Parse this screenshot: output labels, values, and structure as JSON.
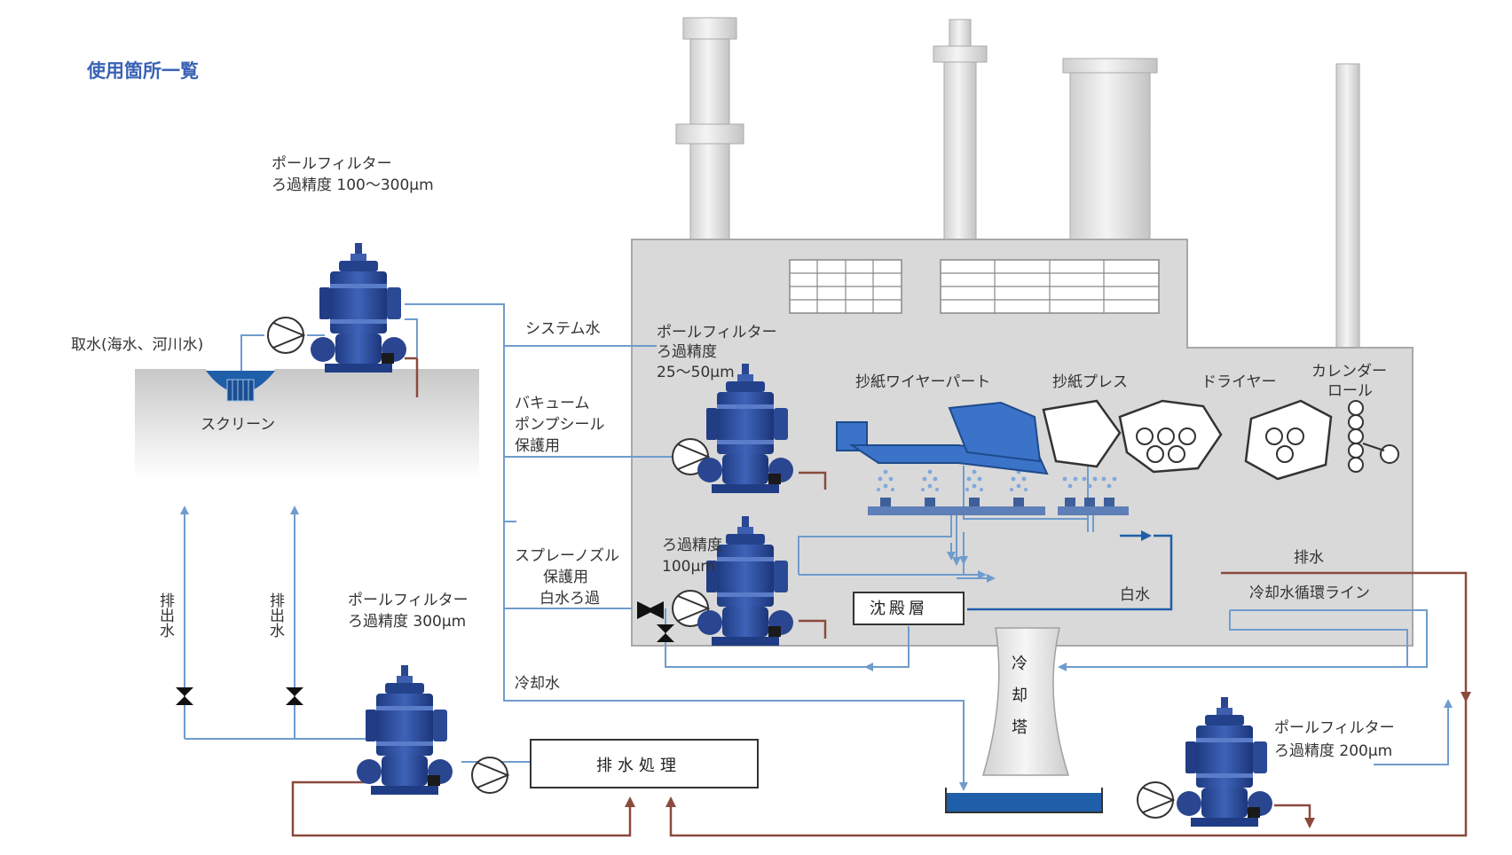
{
  "title": "使用箇所一覧",
  "labels": {
    "intake": "取水(海水、河川水)",
    "screen": "スクリーン",
    "filter1_l1": "ポールフィルター",
    "filter1_l2": "ろ過精度 100〜300μm",
    "system_water": "システム水",
    "filter2_l1": "ポールフィルター",
    "filter2_l2": "ろ過精度",
    "filter2_l3": "25〜50μm",
    "vacuum_l1": "バキューム",
    "vacuum_l2": "ポンプシール",
    "vacuum_l3": "保護用",
    "spray_l1": "スプレーノズル",
    "spray_l2": "保護用",
    "spray_l3": "白水ろ過",
    "filter3_l1": "ろ過精度",
    "filter3_l2": "100μm",
    "wire_part": "抄紙ワイヤーパート",
    "press": "抄紙プレス",
    "dryer": "ドライヤー",
    "calender_l1": "カレンダー",
    "calender_l2": "ロール",
    "sediment": "沈殿層",
    "white_water": "白水",
    "drain": "排水",
    "cooling_line": "冷却水循環ライン",
    "cooling_water": "冷却水",
    "tower_1": "冷",
    "tower_2": "却",
    "tower_3": "塔",
    "discharge_1": "排出水",
    "discharge_2": "排出水",
    "filter4_l1": "ポールフィルター",
    "filter4_l2": "ろ過精度 300μm",
    "wastewater": "排水処理",
    "filter5_l1": "ポールフィルター",
    "filter5_l2": "ろ過精度 200μm"
  },
  "colors": {
    "title": "#3a62b5",
    "pipe_blue": "#6f9ccd",
    "pipe_red": "#8a4a3c",
    "filter_body": "#2f4fa0",
    "building": "#d9d9d9",
    "water": "#1f5ea8"
  }
}
